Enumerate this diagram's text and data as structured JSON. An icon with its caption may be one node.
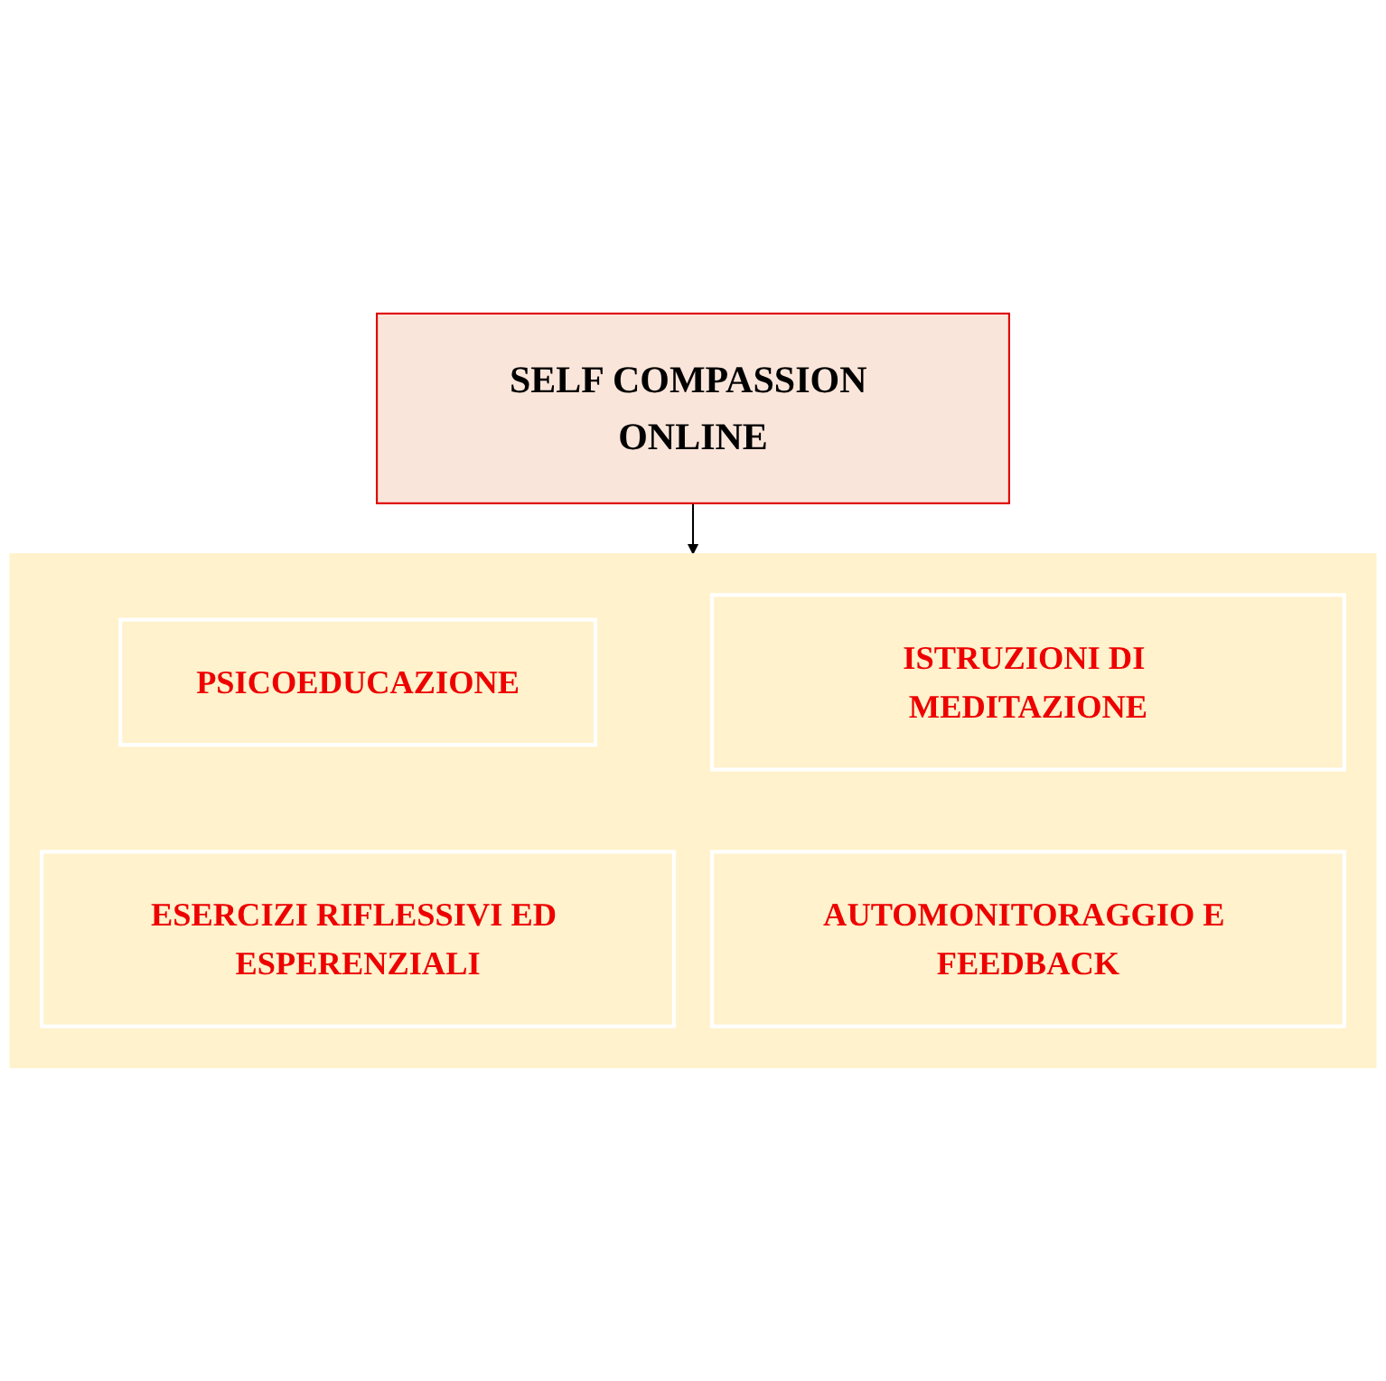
{
  "diagram": {
    "nodes": [
      {
        "text": [
          "SELF COMPASSION ONLINE"
        ]
      },
      {
        "text": [],
        "shape": "box"
      },
      {
        "text": [
          "PSICOEDUCAZIONE"
        ],
        "in": 1
      },
      {
        "text": [
          "ISTRUZIONI DI MEDITAZIONE"
        ],
        "in": 1
      },
      {
        "text": [
          "ESERCIZI RIFLESSIVI ED ESPERENZIALI"
        ],
        "in": 1
      },
      {
        "text": [
          "AUTOMONITORAGGIO E FEEDBACK"
        ],
        "in": 1
      }
    ],
    "edges": [
      {
        "from": 0,
        "to": 1,
        "arrow": "to"
      }
    ]
  }
}
